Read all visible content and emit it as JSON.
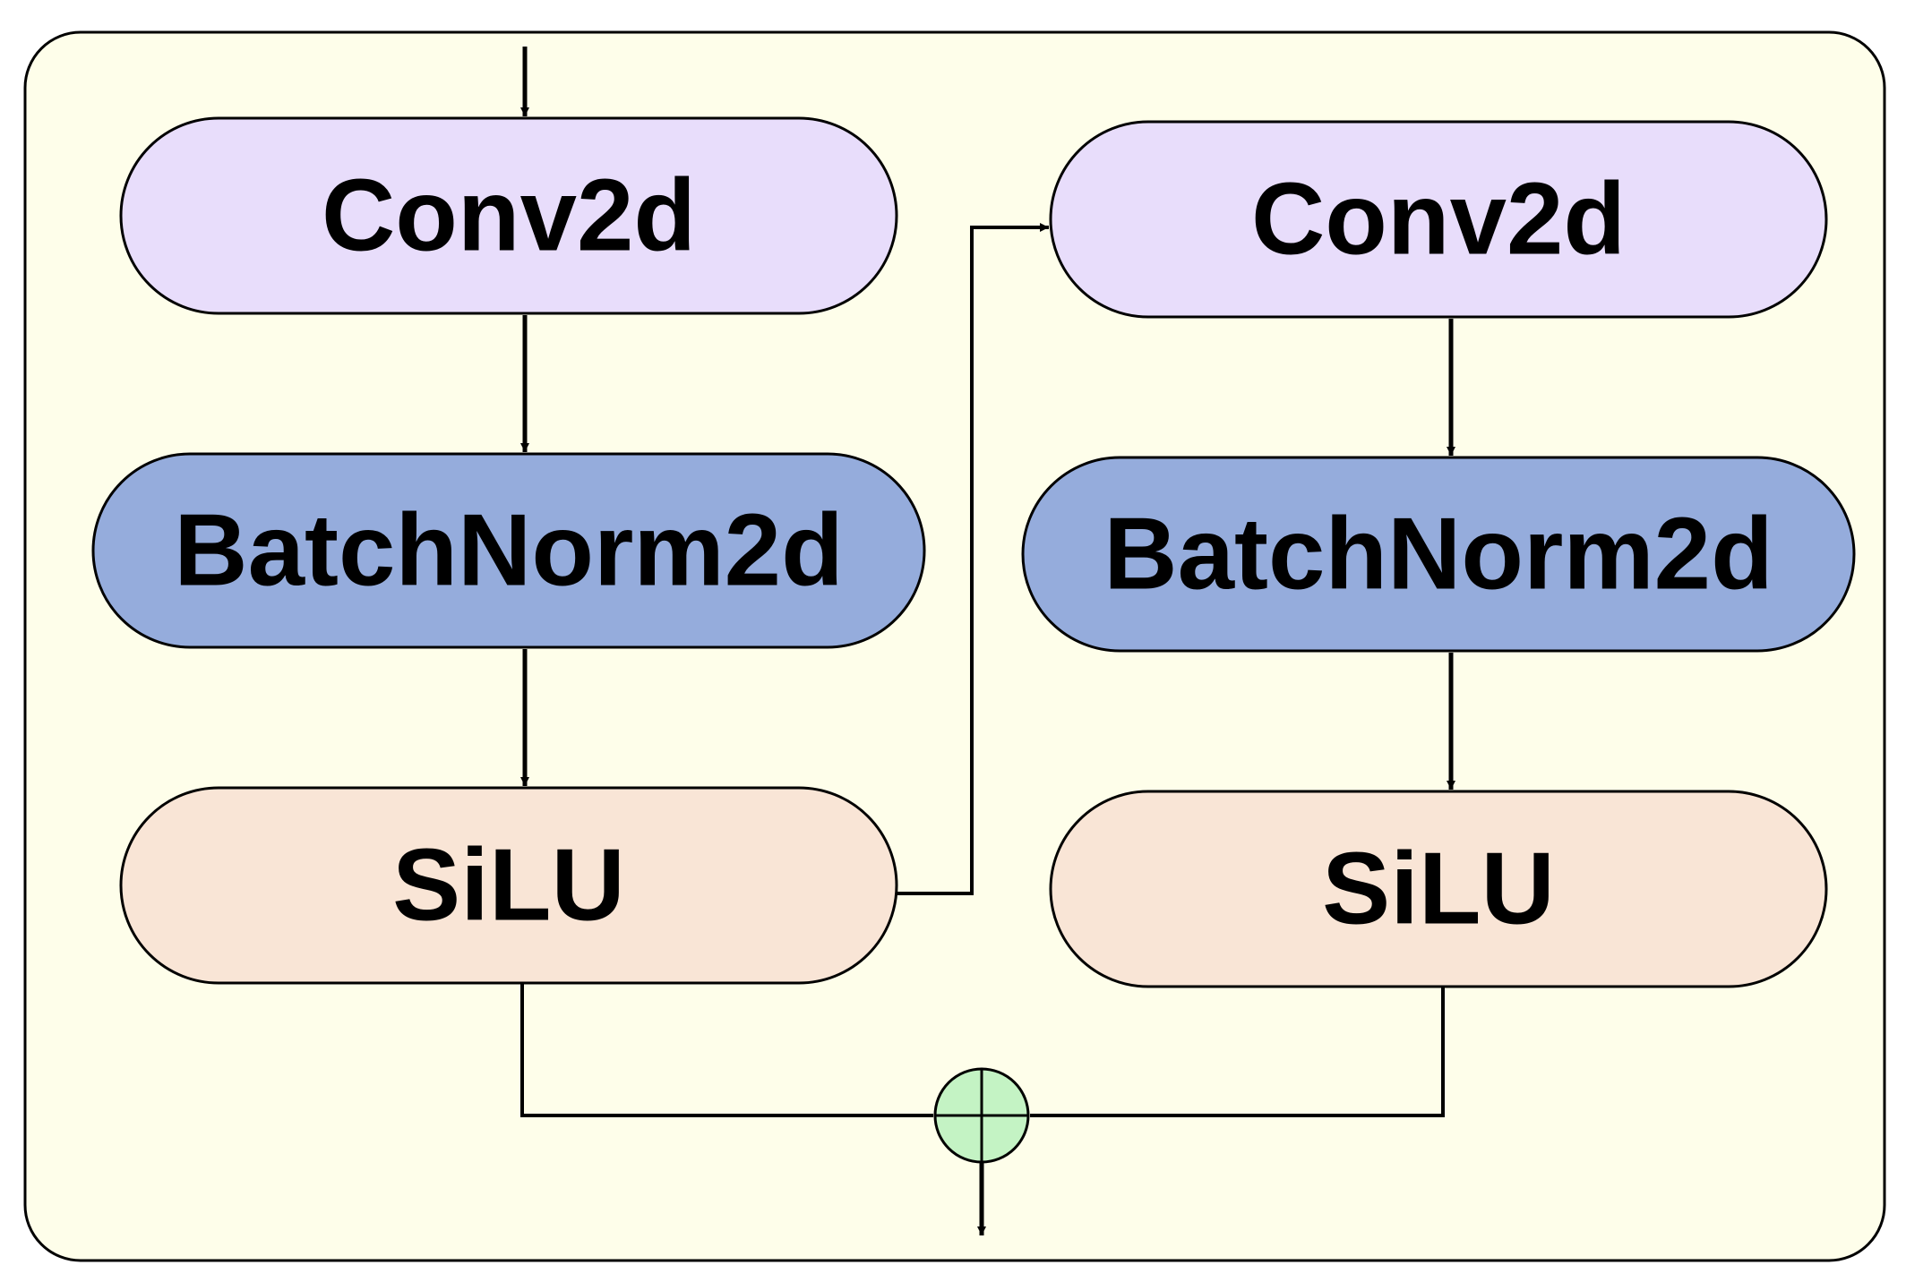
{
  "colors": {
    "panel_fill": "#fefeea",
    "panel_stroke": "#000000",
    "conv_fill": "#e8ddfb",
    "batchnorm_fill": "#95acdc",
    "silu_fill": "#f9e5d6",
    "add_fill": "#c4f3c4",
    "line": "#000000"
  },
  "nodes": {
    "conv_left": "Conv2d",
    "batchnorm_left": "BatchNorm2d",
    "silu_left": "SiLU",
    "conv_right": "Conv2d",
    "batchnorm_right": "BatchNorm2d",
    "silu_right": "SiLU"
  },
  "icons": {
    "add_operator": "add-circle-icon"
  }
}
